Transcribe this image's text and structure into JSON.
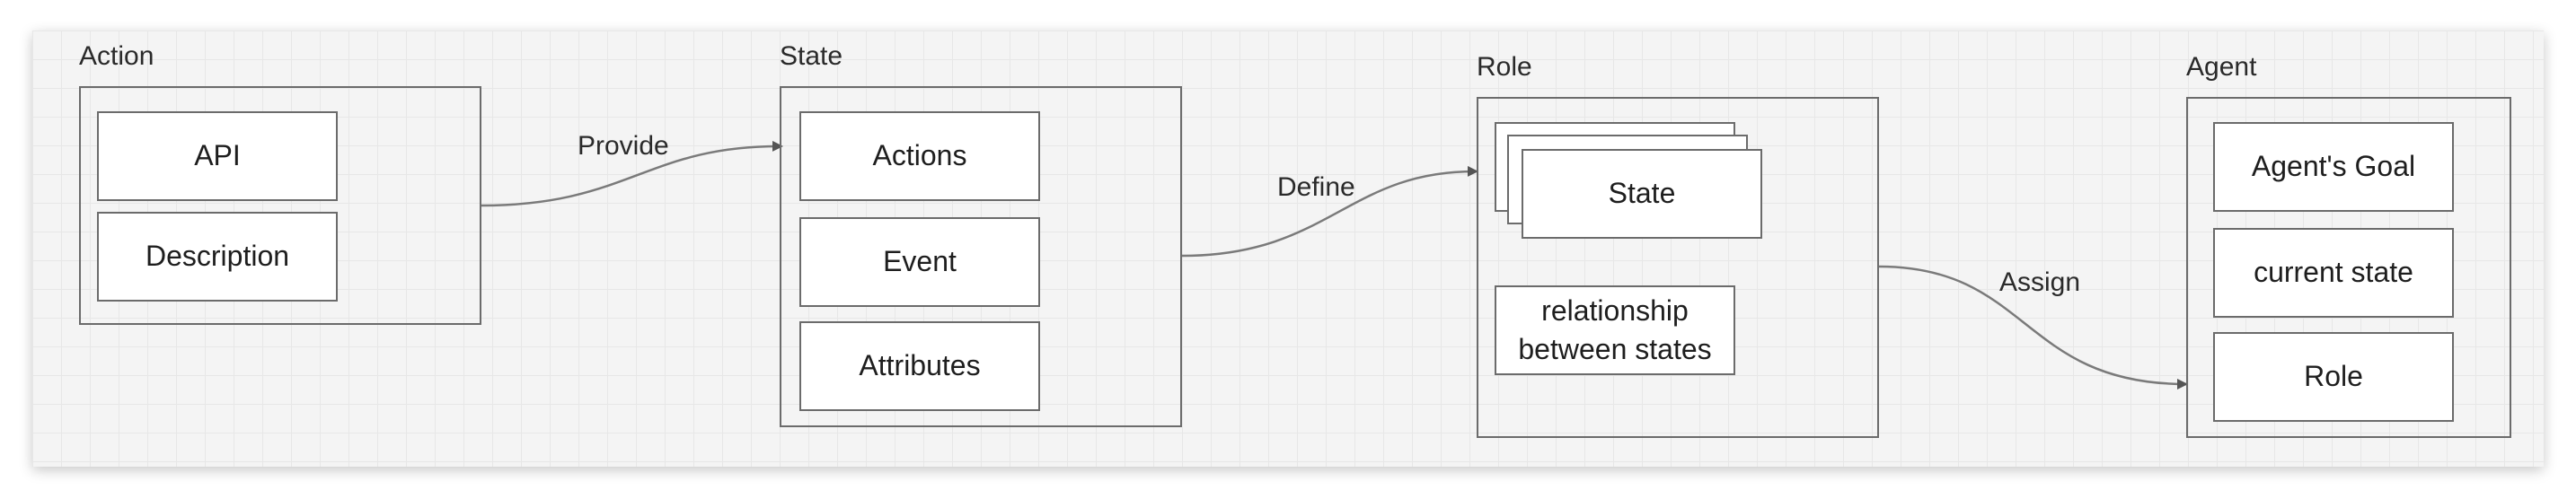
{
  "groups": {
    "action": {
      "label": "Action",
      "items": [
        "API",
        "Description"
      ]
    },
    "state": {
      "label": "State",
      "items": [
        "Actions",
        "Event",
        "Attributes"
      ]
    },
    "role": {
      "label": "Role",
      "stack_item": "State",
      "relationship": "relationship between states"
    },
    "agent": {
      "label": "Agent",
      "items": [
        "Agent's Goal",
        "current state",
        "Role"
      ]
    }
  },
  "edges": {
    "provide": "Provide",
    "define": "Define",
    "assign": "Assign"
  },
  "colors": {
    "stroke": "#6b6b6b",
    "background": "#f4f4f4",
    "box_fill": "#ffffff"
  }
}
